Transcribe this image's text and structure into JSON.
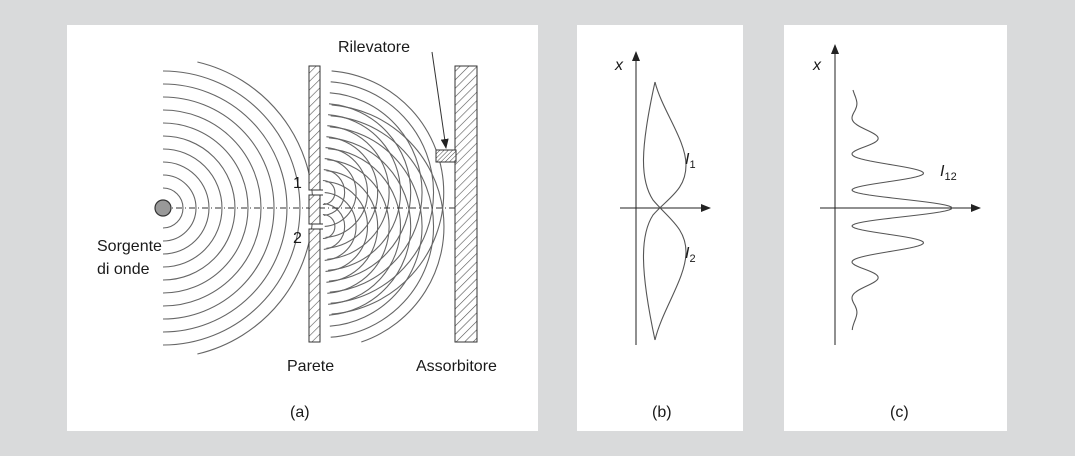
{
  "figure": {
    "panel_a": {
      "caption": "(a)",
      "source_label_line1": "Sorgente",
      "source_label_line2": "di onde",
      "wall_label": "Parete",
      "absorber_label": "Assorbitore",
      "detector_label": "Rilevatore",
      "slit_1_label": "1",
      "slit_2_label": "2"
    },
    "panel_b": {
      "caption": "(b)",
      "axis_label": "x",
      "curve_1_label_main": "I",
      "curve_1_label_sub": "1",
      "curve_2_label_main": "I",
      "curve_2_label_sub": "2"
    },
    "panel_c": {
      "caption": "(c)",
      "axis_label": "x",
      "curve_label_main": "I",
      "curve_label_sub": "12"
    }
  },
  "colors": {
    "background": "#d9dadb",
    "panel": "#ffffff",
    "stroke": "#2a2a2a",
    "wave": "#666666"
  }
}
